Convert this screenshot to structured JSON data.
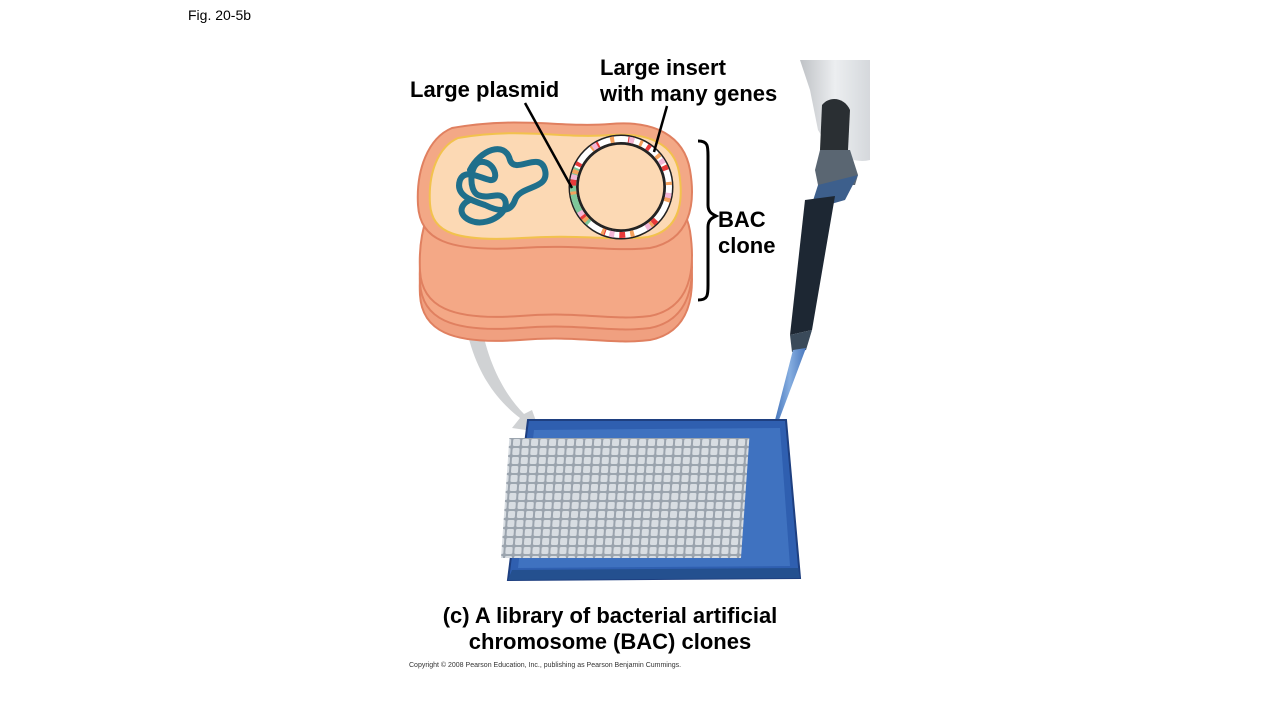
{
  "figure_label": "Fig. 20-5b",
  "labels": {
    "large_plasmid": "Large plasmid",
    "large_insert_line1": "Large insert",
    "large_insert_line2": "with many genes",
    "bac_line1": "BAC",
    "bac_line2": "clone"
  },
  "caption": {
    "line1": "(c) A library of bacterial artificial",
    "line2": "chromosome (BAC) clones"
  },
  "copyright": "Copyright © 2008 Pearson Education, Inc., publishing as Pearson Benjamin Cummings.",
  "colors": {
    "cell_fill": "#fcd9b4",
    "cell_wall": "#e89070",
    "cell_inner_line": "#f2c24d",
    "chromosome": "#1f6f8b",
    "plasmid_green": "#7fc89a",
    "plate_blue": "#2f5fb0",
    "plate_well": "#b8bec6",
    "pipette_tip": "#5a86c8"
  }
}
